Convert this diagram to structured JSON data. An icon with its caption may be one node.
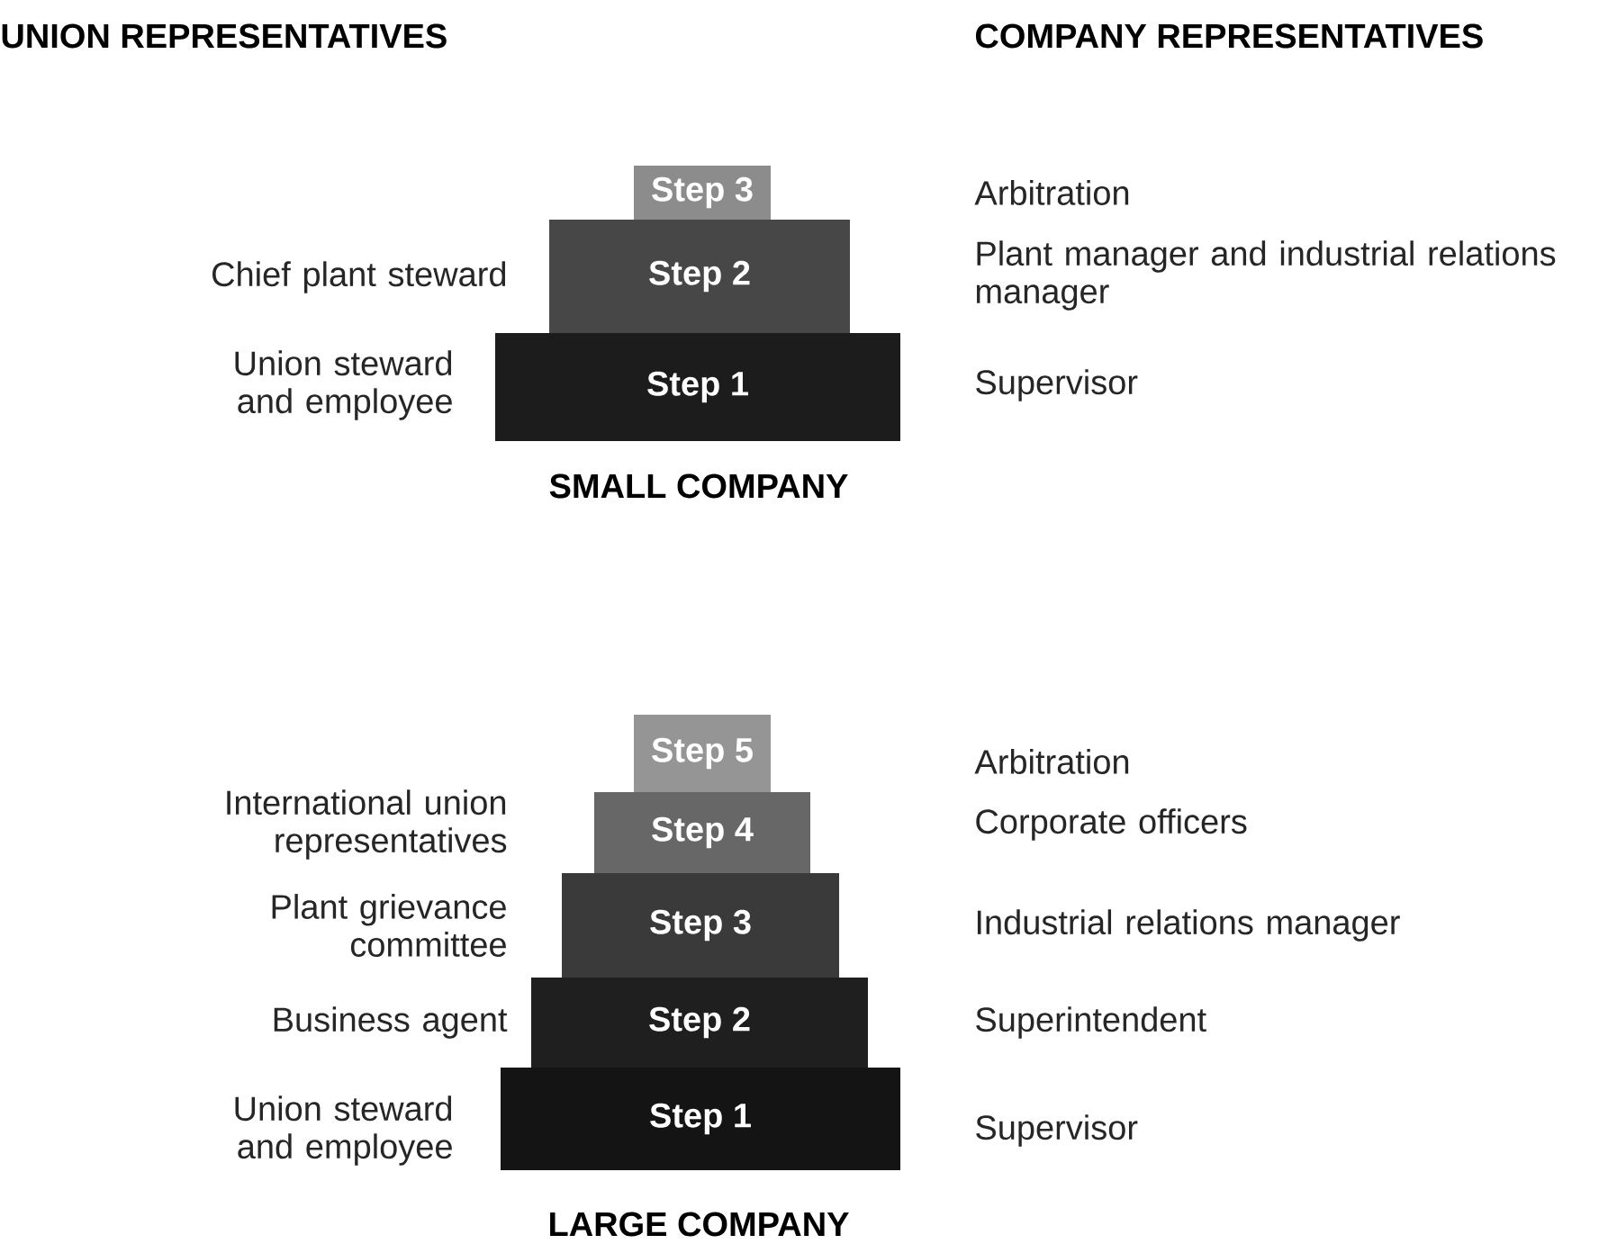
{
  "diagram": {
    "nodes": [
      {
        "text": [
          "Step 3"
        ]
      },
      {
        "text": [
          "Step 2"
        ]
      },
      {
        "text": [
          "Step 1"
        ]
      },
      {
        "text": [
          "Step 5"
        ]
      },
      {
        "text": [
          "Step 4"
        ]
      },
      {
        "text": [
          "Step 3"
        ]
      },
      {
        "text": [
          "Step 2"
        ]
      },
      {
        "text": [
          "Step 1"
        ]
      }
    ],
    "labels": [
      "UNION REPRESENTATIVES",
      "COMPANY REPRESENTATIVES",
      "Arbitration",
      "Chief plant steward",
      "Plant manager and industrial relations manager",
      "Union steward and employee",
      "Supervisor",
      "SMALL COMPANY",
      "Arbitration",
      "International union representatives",
      "Corporate officers",
      "Plant grievance committee",
      "Industrial relations manager",
      "Business agent",
      "Superintendent",
      "Union steward and employee",
      "Supervisor",
      "LARGE COMPANY"
    ]
  }
}
